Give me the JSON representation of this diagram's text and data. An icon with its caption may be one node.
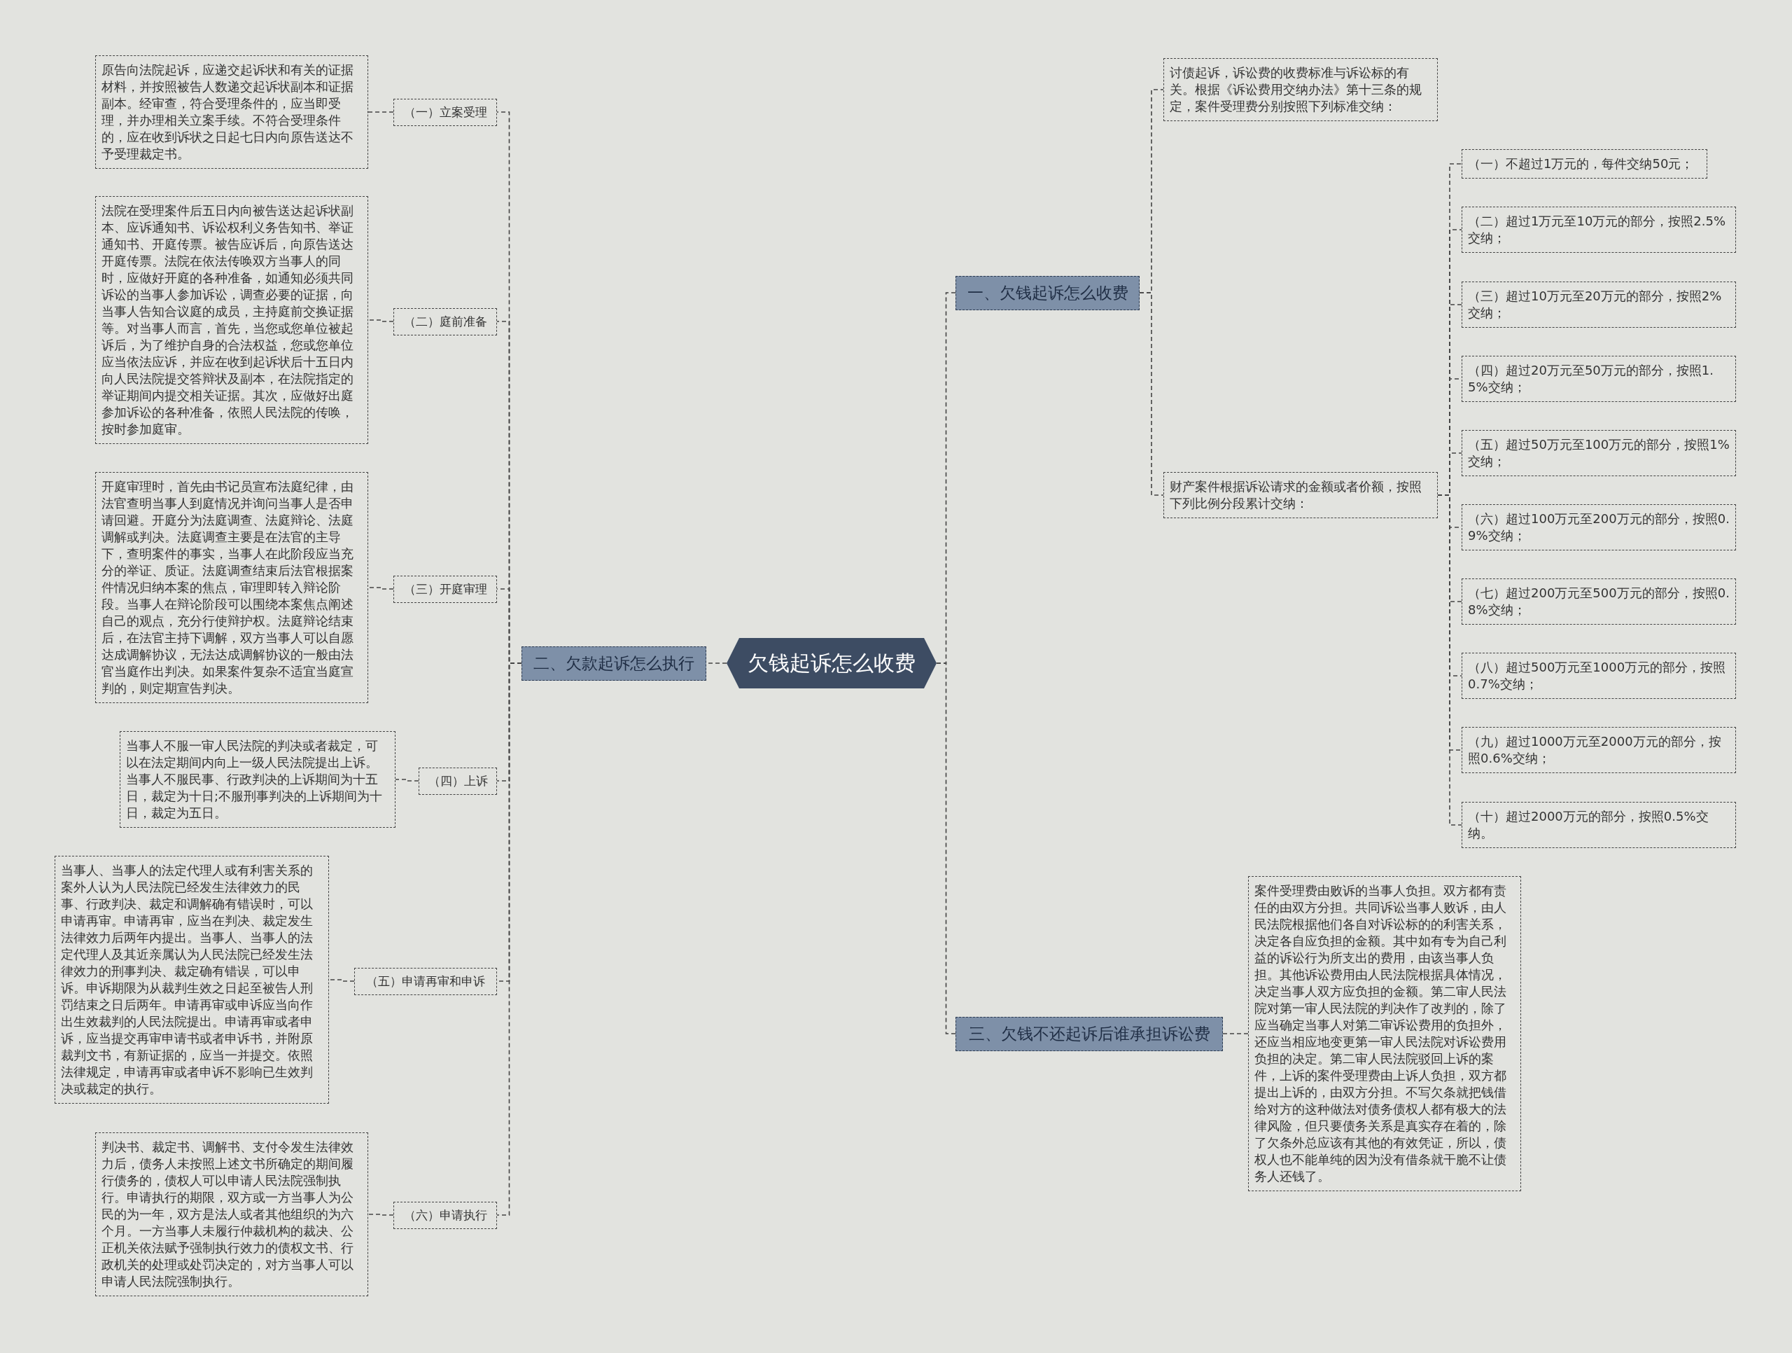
{
  "diagram": {
    "nodes": [
      {
        "text": [
          "欠钱起诉怎么收费"
        ]
      },
      {
        "text": [
          "一、欠钱起诉怎么收费"
        ]
      },
      {
        "text": [
          "讨债起诉，诉讼费的收费标准与诉讼标的有关。根据《诉讼费用交纳办法》第十三条的规定，案件受理费分别按照下列标准交纳："
        ]
      },
      {
        "text": [
          "财产案件根据诉讼请求的金额或者价额，按照下列比例分段累计交纳："
        ]
      },
      {
        "text": [
          "（一）不超过1万元的，每件交纳50元；"
        ]
      },
      {
        "text": [
          "（二）超过1万元至10万元的部分，按照2.5%交纳；"
        ]
      },
      {
        "text": [
          "（三）超过10万元至20万元的部分，按照2%交纳；"
        ]
      },
      {
        "text": [
          "（四）超过20万元至50万元的部分，按照1.5%交纳；"
        ]
      },
      {
        "text": [
          "（五）超过50万元至100万元的部分，按照1%交纳；"
        ]
      },
      {
        "text": [
          "（六）超过100万元至200万元的部分，按照0.9%交纳；"
        ]
      },
      {
        "text": [
          "（七）超过200万元至500万元的部分，按照0.8%交纳；"
        ]
      },
      {
        "text": [
          "（八）超过500万元至1000万元的部分，按照0.7%交纳；"
        ]
      },
      {
        "text": [
          "（九）超过1000万元至2000万元的部分，按照0.6%交纳；"
        ]
      },
      {
        "text": [
          "（十）超过2000万元的部分，按照0.5%交纳。"
        ]
      },
      {
        "text": [
          "二、欠款起诉怎么执行"
        ]
      },
      {
        "text": [
          "（一）立案受理"
        ]
      },
      {
        "text": [
          "原告向法院起诉，应递交起诉状和有关的证据材料，并按照被告人数递交起诉状副本和证据副本。经审查，符合受理条件的，应当即受理，并办理相关立案手续。不符合受理条件的，应在收到诉状之日起七日内向原告送达不予受理裁定书。"
        ]
      },
      {
        "text": [
          "（二）庭前准备"
        ]
      },
      {
        "text": [
          "法院在受理案件后五日内向被告送达起诉状副本、应诉通知书、诉讼权利义务告知书、举证通知书、开庭传票。被告应诉后，向原告送达开庭传票。法院在依法传唤双方当事人的同时，应做好开庭的各种准备，如通知必须共同诉讼的当事人参加诉讼，调查必要的证据，向当事人告知合议庭的成员，主持庭前交换证据等。对当事人而言，首先，当您或您单位被起诉后，为了维护自身的合法权益，您或您单位应当依法应诉，并应在收到起诉状后十五日内向人民法院提交答辩状及副本，在法院指定的举证期间内提交相关证据。其次，应做好出庭参加诉讼的各种准备，依照人民法院的传唤，按时参加庭审。"
        ]
      },
      {
        "text": [
          "（三）开庭审理"
        ]
      },
      {
        "text": [
          "开庭审理时，首先由书记员宣布法庭纪律，由法官查明当事人到庭情况并询问当事人是否申请回避。开庭分为法庭调查、法庭辩论、法庭调解或判决。法庭调查主要是在法官的主导下，查明案件的事实，当事人在此阶段应当充分的举证、质证。法庭调查结束后法官根据案件情况归纳本案的焦点，审理即转入辩论阶段。当事人在辩论阶段可以围绕本案焦点阐述自己的观点，充分行使辩护权。法庭辩论结束后，在法官主持下调解，双方当事人可以自愿达成调解协议，无法达成调解协议的一般由法官当庭作出判决。如果案件复杂不适宜当庭宣判的，则定期宣告判决。"
        ]
      },
      {
        "text": [
          "（四）上诉"
        ]
      },
      {
        "text": [
          "当事人不服一审人民法院的判决或者裁定，可以在法定期间内向上一级人民法院提出上诉。当事人不服民事、行政判决的上诉期间为十五日，裁定为十日;不服刑事判决的上诉期间为十日，裁定为五日。"
        ]
      },
      {
        "text": [
          "（五）申请再审和申诉"
        ]
      },
      {
        "text": [
          "当事人、当事人的法定代理人或有利害关系的案外人认为人民法院已经发生法律效力的民事、行政判决、裁定和调解确有错误时，可以申请再审。申请再审，应当在判决、裁定发生法律效力后两年内提出。当事人、当事人的法定代理人及其近亲属认为人民法院已经发生法律效力的刑事判决、裁定确有错误，可以申诉。申诉期限为从裁判生效之日起至被告人刑罚结束之日后两年。申请再审或申诉应当向作出生效裁判的人民法院提出。申请再审或者申诉，应当提交再审申请书或者申诉书，并附原裁判文书，有新证据的，应当一并提交。依照法律规定，申请再审或者申诉不影响已生效判决或裁定的执行。"
        ]
      },
      {
        "text": [
          "（六）申请执行"
        ]
      },
      {
        "text": [
          "判决书、裁定书、调解书、支付令发生法律效力后，债务人未按照上述文书所确定的期间履行债务的，债权人可以申请人民法院强制执行。申请执行的期限，双方或一方当事人为公民的为一年，双方是法人或者其他组织的为六个月。一方当事人未履行仲裁机构的裁决、公正机关依法赋予强制执行效力的债权文书、行政机关的处理或处罚决定的，对方当事人可以申请人民法院强制执行。"
        ]
      },
      {
        "text": [
          "三、欠钱不还起诉后谁承担诉讼费"
        ]
      },
      {
        "text": [
          "案件受理费由败诉的当事人负担。双方都有责任的由双方分担。共同诉讼当事人败诉，由人民法院根据他们各自对诉讼标的的利害关系，决定各自应负担的金额。其中如有专为自己利益的诉讼行为所支出的费用，由该当事人负担。其他诉讼费用由人民法院根据具体情况，决定当事人双方应负担的金额。第二审人民法院对第一审人民法院的判决作了改判的，除了应当确定当事人对第二审诉讼费用的负担外，还应当相应地变更第一审人民法院对诉讼费用负担的决定。第二审人民法院驳回上诉的案件，上诉的案件受理费由上诉人负担，双方都提出上诉的，由双方分担。不写欠条就把钱借给对方的这种做法对债务债权人都有极大的法律风险，但只要债务关系是真实存在着的，除了欠条外总应该有其他的有效凭证，所以，债权人也不能单纯的因为没有借条就干脆不让债务人还钱了。"
        ]
      }
    ],
    "edges": [
      {
        "from": 0,
        "to": 1,
        "arrow": "none"
      },
      {
        "from": 0,
        "to": 14,
        "arrow": "none"
      },
      {
        "from": 0,
        "to": 27,
        "arrow": "none"
      },
      {
        "from": 1,
        "to": 2,
        "arrow": "none"
      },
      {
        "from": 1,
        "to": 3,
        "arrow": "none"
      },
      {
        "from": 3,
        "to": 4,
        "arrow": "none"
      },
      {
        "from": 3,
        "to": 5,
        "arrow": "none"
      },
      {
        "from": 3,
        "to": 6,
        "arrow": "none"
      },
      {
        "from": 3,
        "to": 7,
        "arrow": "none"
      },
      {
        "from": 3,
        "to": 8,
        "arrow": "none"
      },
      {
        "from": 3,
        "to": 9,
        "arrow": "none"
      },
      {
        "from": 3,
        "to": 10,
        "arrow": "none"
      },
      {
        "from": 3,
        "to": 11,
        "arrow": "none"
      },
      {
        "from": 3,
        "to": 12,
        "arrow": "none"
      },
      {
        "from": 3,
        "to": 13,
        "arrow": "none"
      },
      {
        "from": 14,
        "to": 15,
        "arrow": "none"
      },
      {
        "from": 14,
        "to": 17,
        "arrow": "none"
      },
      {
        "from": 14,
        "to": 19,
        "arrow": "none"
      },
      {
        "from": 14,
        "to": 21,
        "arrow": "none"
      },
      {
        "from": 14,
        "to": 23,
        "arrow": "none"
      },
      {
        "from": 14,
        "to": 25,
        "arrow": "none"
      },
      {
        "from": 15,
        "to": 16,
        "arrow": "none"
      },
      {
        "from": 17,
        "to": 18,
        "arrow": "none"
      },
      {
        "from": 19,
        "to": 20,
        "arrow": "none"
      },
      {
        "from": 21,
        "to": 22,
        "arrow": "none"
      },
      {
        "from": 23,
        "to": 24,
        "arrow": "none"
      },
      {
        "from": 25,
        "to": 26,
        "arrow": "none"
      },
      {
        "from": 27,
        "to": 28,
        "arrow": "none"
      }
    ]
  }
}
